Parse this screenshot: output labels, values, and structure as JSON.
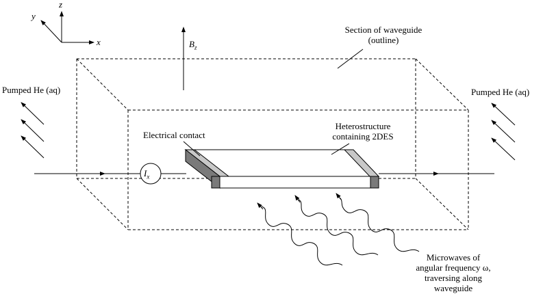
{
  "axes": {
    "x": "x",
    "y": "y",
    "z": "z"
  },
  "field": {
    "symbol": "B",
    "subscript": "z"
  },
  "current": {
    "symbol": "I",
    "subscript": "x"
  },
  "labels": {
    "section_line1": "Section of waveguide",
    "section_line2": "(outline)",
    "pumped_left": "Pumped He (aq)",
    "pumped_right": "Pumped He (aq)",
    "electrical_contact": "Electrical contact",
    "hetero_line1": "Heterostructure",
    "hetero_line2": "containing 2DES",
    "micro_line1": "Microwaves of",
    "micro_line2": "angular frequency ω,",
    "micro_line3": "traversing along",
    "micro_line4": "waveguide"
  },
  "colors": {
    "line": "#000000",
    "contact_dark": "#7a7a7a",
    "contact_light": "#c8c8c8",
    "sample_top": "#ffffff"
  }
}
